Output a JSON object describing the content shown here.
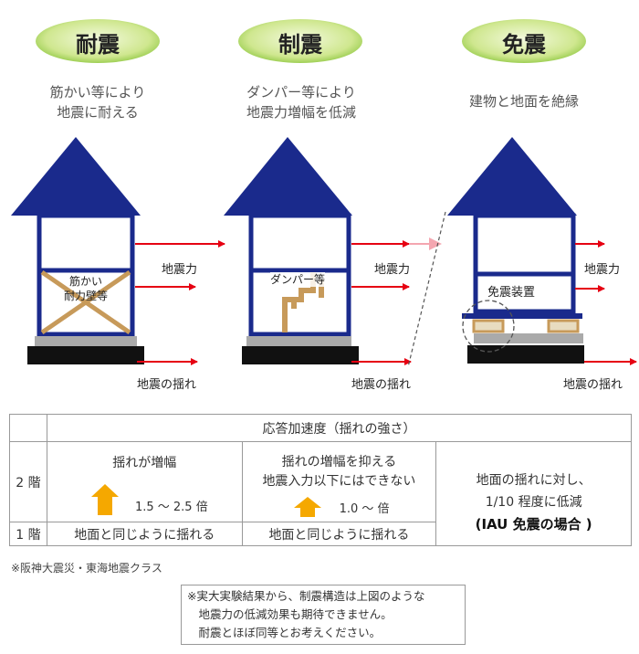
{
  "panels": [
    {
      "title": "耐震",
      "desc_lines": [
        "筋かい等により",
        "地震に耐える"
      ],
      "inner_lines": [
        "筋かい",
        "耐力壁等"
      ],
      "force": "地震力",
      "shake": "地震の揺れ"
    },
    {
      "title": "制震",
      "desc_lines": [
        "ダンパー等により",
        "地震力増幅を低減"
      ],
      "inner_lines": [
        "ダンパー等"
      ],
      "force": "地震力",
      "shake": "地震の揺れ"
    },
    {
      "title": "免震",
      "desc_lines": [
        "建物と地面を絶縁"
      ],
      "inner_lines": [
        "免震装置"
      ],
      "force": "地震力",
      "shake": "地震の揺れ"
    }
  ],
  "table": {
    "header": "応答加速度（揺れの強さ）",
    "floor2": "2 階",
    "floor1": "1 階",
    "col1_top": "揺れが増幅",
    "col1_value": "1.5 〜 2.5 倍",
    "col2_top_lines": [
      "揺れの増幅を抑える",
      "地震入力以下にはできない"
    ],
    "col2_value": "1.0 〜 倍",
    "col3_lines": [
      "地面の揺れに対し、",
      "1/10 程度に低減"
    ],
    "col3_bold": "(IAU 免震の場合 )",
    "col1_floor1": "地面と同じように揺れる",
    "col2_floor1": "地面と同じように揺れる"
  },
  "note1": "※阪神大震災・東海地震クラス",
  "note2_lines": [
    "※実大実験結果から、制震構造は上図のような",
    "　地震力の低減効果も期待できません。",
    "　耐震とほぼ同等とお考えください。"
  ],
  "colors": {
    "roof": "#1a2a8c",
    "frame": "#1a2a8c",
    "pill_light": "#e8f3c4",
    "pill_dark": "#8cc63f",
    "arrow": "#e60012",
    "brace": "#c79a5a",
    "base": "#aaaaaa",
    "ground": "#111111",
    "up_arrow": "#f5a800"
  }
}
